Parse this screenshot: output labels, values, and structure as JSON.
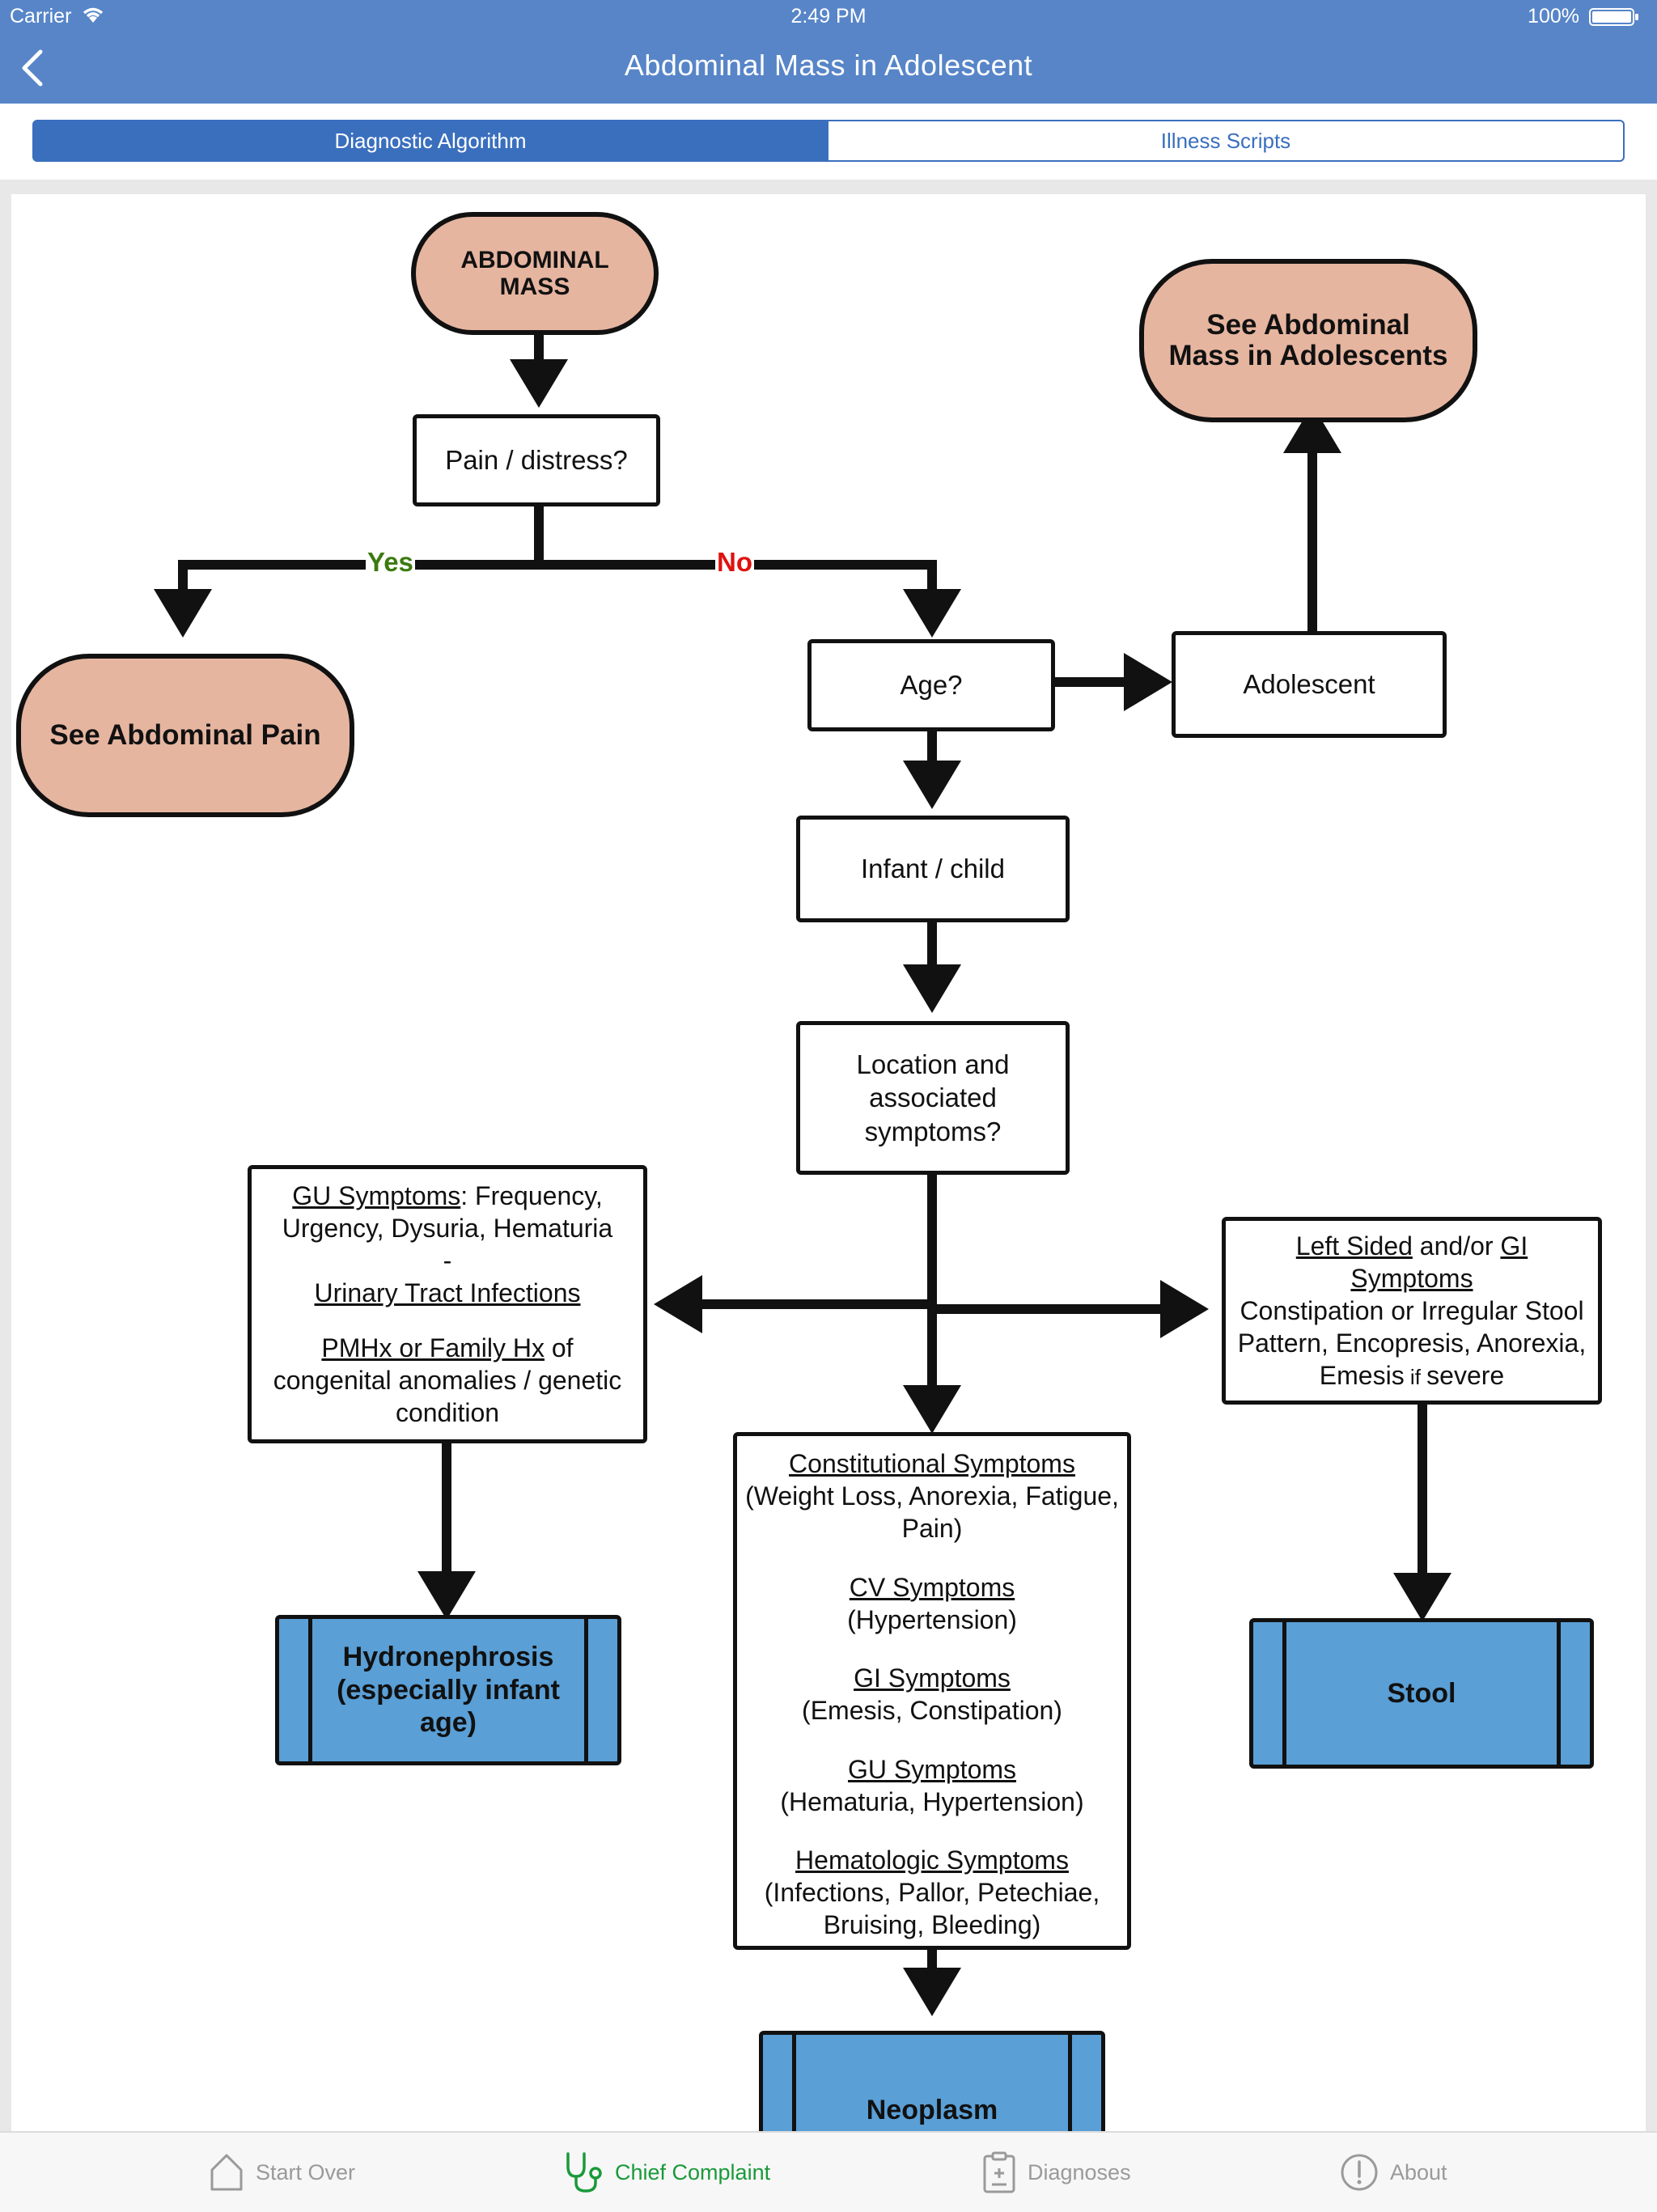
{
  "status_bar": {
    "carrier": "Carrier",
    "time": "2:49 PM",
    "battery": "100%"
  },
  "nav": {
    "title": "Abdominal Mass in Adolescent"
  },
  "segments": {
    "active": "Diagnostic Algorithm",
    "inactive": "Illness Scripts"
  },
  "diagram": {
    "start_line1": "Abdominal",
    "start_line2": "Mass",
    "pain_question": "Pain / distress?",
    "yes_label": "Yes",
    "no_label": "No",
    "see_pain": "See Abdominal Pain",
    "age_question": "Age?",
    "adolescent": "Adolescent",
    "see_adolescent": "See Abdominal Mass in Adolescents",
    "infant_child": "Infant / child",
    "location_question": "Location and associated symptoms?",
    "gu_box": {
      "heading": "GU Symptoms",
      "heading_rest": ": Frequency, Urgency, Dysuria, Hematuria",
      "dot": "-",
      "uti": "Urinary Tract Infections",
      "pmhx": "PMHx or Family Hx",
      "pmhx_rest": " of congenital anomalies / genetic condition"
    },
    "left_box": {
      "left_sided": "Left Sided",
      "and_or": " and/or ",
      "gi_symptoms": "GI Symptoms",
      "body": "Constipation or Irregular Stool Pattern, Encopresis, Anorexia, Emesis",
      "if_text": " if ",
      "severe": "severe"
    },
    "center_box": {
      "const_title": "Constitutional Symptoms",
      "const_body": "(Weight Loss, Anorexia, Fatigue, Pain)",
      "cv_title": "CV Symptoms",
      "cv_body": "(Hypertension)",
      "gi_title": "GI Symptoms",
      "gi_body": "(Emesis, Constipation)",
      "gu_title": "GU Symptoms",
      "gu_body": "(Hematuria, Hypertension)",
      "heme_title": "Hematologic Symptoms",
      "heme_body": "(Infections, Pallor,  Petechiae, Bruising, Bleeding)"
    },
    "hydronephrosis": "Hydronephrosis (especially infant age)",
    "stool": "Stool",
    "neoplasm": "Neoplasm"
  },
  "tabs": [
    {
      "label": "Start Over",
      "icon": "home-icon"
    },
    {
      "label": "Chief Complaint",
      "icon": "stethoscope-icon"
    },
    {
      "label": "Diagnoses",
      "icon": "clipboard-icon"
    },
    {
      "label": "About",
      "icon": "info-icon"
    }
  ],
  "colors": {
    "nav_blue": "#5785c8",
    "segment_blue": "#3a6fbe",
    "start_node": "#e6b5a0",
    "outcome_node": "#5a9fd6",
    "yes": "#3b7a10",
    "no": "#e01010",
    "active_tab": "#1a9a3a"
  }
}
